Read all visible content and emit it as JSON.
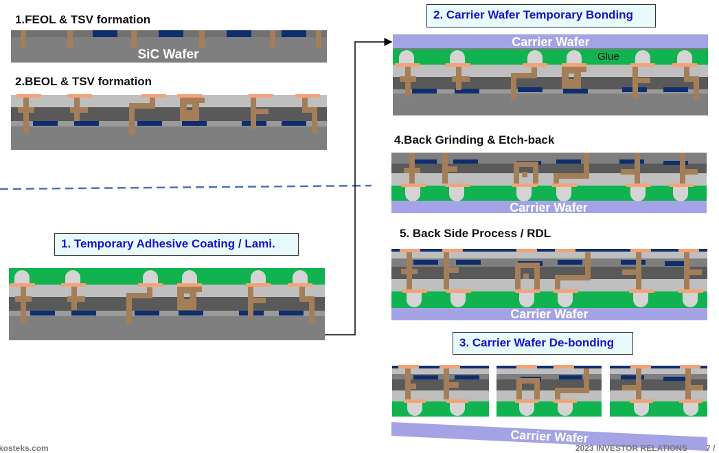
{
  "steps": {
    "feol": "1.FEOL & TSV formation",
    "beol": "2.BEOL & TSV formation",
    "back_grinding": "4.Back Grinding & Etch-back",
    "back_side": "5. Back Side Process / RDL"
  },
  "boxed_steps": {
    "temp_adhesive": "1. Temporary Adhesive Coating / Lami.",
    "temp_bonding": "2. Carrier Wafer Temporary Bonding",
    "debonding": "3. Carrier Wafer De-bonding"
  },
  "layer_labels": {
    "sic_wafer": "SiC Wafer",
    "carrier_wafer": "Carrier Wafer",
    "glue": "Glue"
  },
  "footer": {
    "left": "kosteks.com",
    "right": "2023 INVESTOR RELATIONS",
    "page": "7 /"
  },
  "colors": {
    "substrate": "#7f7f7f",
    "oxide_light": "#bfbfbf",
    "oxide_dark": "#595959",
    "tsv_copper": "#a47e58",
    "pad_orange": "#f2a37a",
    "metal_navy": "#0f2e6e",
    "glue_green": "#10b34f",
    "bump_gray": "#d4d4d4",
    "carrier_lavender": "#a3a3e6",
    "dash_blue": "#4a72b8"
  }
}
